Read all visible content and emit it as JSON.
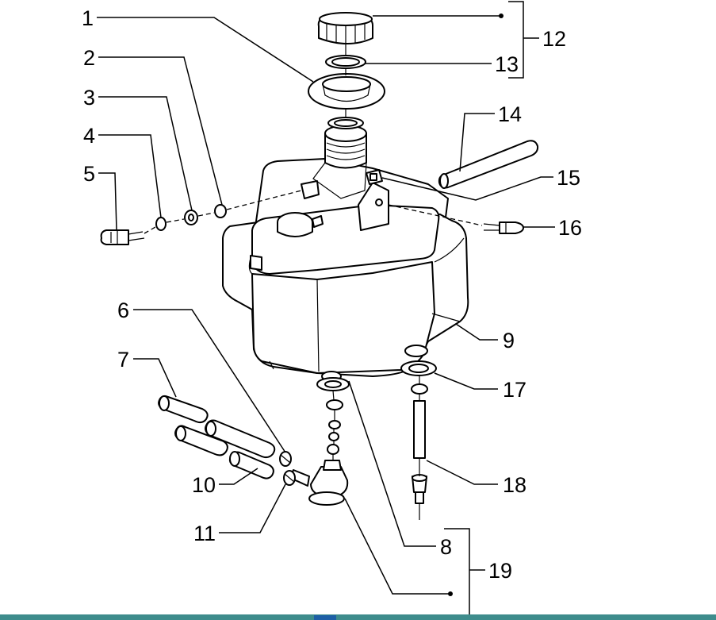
{
  "diagram": {
    "callouts": {
      "c1": "1",
      "c2": "2",
      "c3": "3",
      "c4": "4",
      "c5": "5",
      "c6": "6",
      "c7": "7",
      "c8": "8",
      "c9": "9",
      "c10": "10",
      "c11": "11",
      "c12": "12",
      "c13": "13",
      "c14": "14",
      "c15": "15",
      "c16": "16",
      "c17": "17",
      "c18": "18",
      "c19": "19"
    }
  },
  "colors": {
    "line": "#000000",
    "background": "#ffffff",
    "bottom_bar": "#3e8c8c",
    "bottom_tab": "#1d5fa6"
  }
}
